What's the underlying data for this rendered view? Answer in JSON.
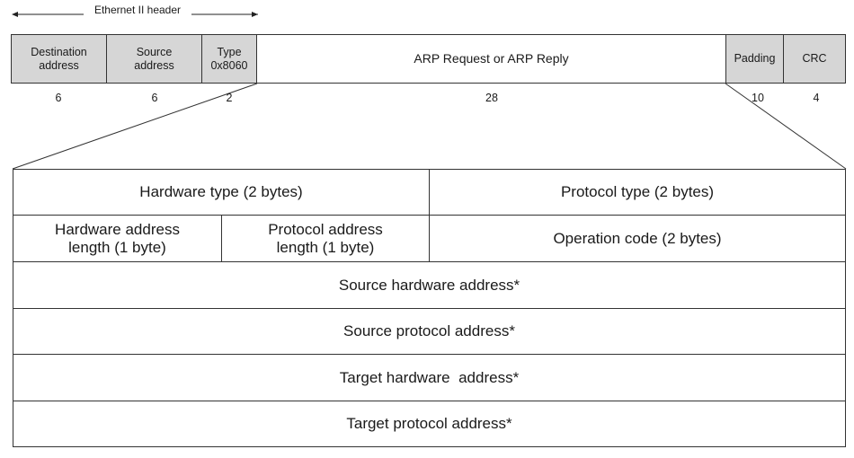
{
  "ethernet_header": {
    "label": "Ethernet II header"
  },
  "frame": {
    "fields": [
      {
        "label": "Destination\naddress",
        "size": "6"
      },
      {
        "label": "Source\naddress",
        "size": "6"
      },
      {
        "label": "Type\n0x8060",
        "size": "2"
      },
      {
        "label": "ARP Request or ARP Reply",
        "size": "28"
      },
      {
        "label": "Padding",
        "size": "10"
      },
      {
        "label": "CRC",
        "size": "4"
      }
    ]
  },
  "arp_packet": {
    "hardware_type": "Hardware type (2 bytes)",
    "protocol_type": "Protocol type (2 bytes)",
    "hardware_address_length": "Hardware address\nlength (1 byte)",
    "protocol_address_length": "Protocol address\nlength (1 byte)",
    "operation_code": "Operation code (2 bytes)",
    "source_hardware_address": "Source hardware address*",
    "source_protocol_address": "Source protocol address*",
    "target_hardware_address": "Target hardware  address*",
    "target_protocol_address": "Target protocol address*"
  },
  "colors": {
    "shaded_field": "#d6d6d6",
    "border": "#333333"
  }
}
